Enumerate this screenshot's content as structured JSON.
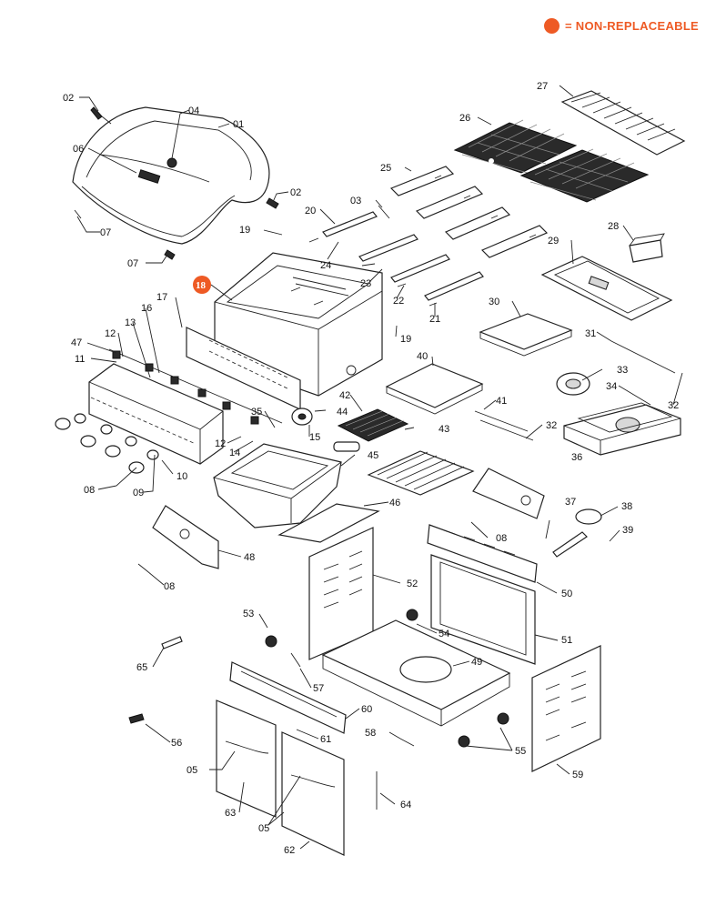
{
  "legend": {
    "color": "#ee5a24",
    "text": "= NON-REPLACEABLE"
  },
  "labels": {
    "l01": "01",
    "l02a": "02",
    "l02b": "02",
    "l03": "03",
    "l04": "04",
    "l05a": "05",
    "l05b": "05",
    "l06": "06",
    "l07a": "07",
    "l07b": "07",
    "l08a": "08",
    "l08b": "08",
    "l08c": "08",
    "l09": "09",
    "l10": "10",
    "l11": "11",
    "l12a": "12",
    "l12b": "12",
    "l13": "13",
    "l14": "14",
    "l15": "15",
    "l16": "16",
    "l17": "17",
    "l18": "18",
    "l19a": "19",
    "l19b": "19",
    "l20": "20",
    "l21": "21",
    "l22": "22",
    "l23": "23",
    "l24": "24",
    "l25": "25",
    "l26": "26",
    "l27": "27",
    "l28": "28",
    "l29": "29",
    "l30": "30",
    "l31": "31",
    "l32a": "32",
    "l32b": "32",
    "l33": "33",
    "l34": "34",
    "l35": "35",
    "l36": "36",
    "l37": "37",
    "l38": "38",
    "l39": "39",
    "l40": "40",
    "l41": "41",
    "l42": "42",
    "l43": "43",
    "l44": "44",
    "l45": "45",
    "l46": "46",
    "l47": "47",
    "l48": "48",
    "l49": "49",
    "l50": "50",
    "l51": "51",
    "l52": "52",
    "l53": "53",
    "l54": "54",
    "l55": "55",
    "l56": "56",
    "l57": "57",
    "l58": "58",
    "l59": "59",
    "l60": "60",
    "l61": "61",
    "l62": "62",
    "l63": "63",
    "l64": "64",
    "l65": "65"
  }
}
